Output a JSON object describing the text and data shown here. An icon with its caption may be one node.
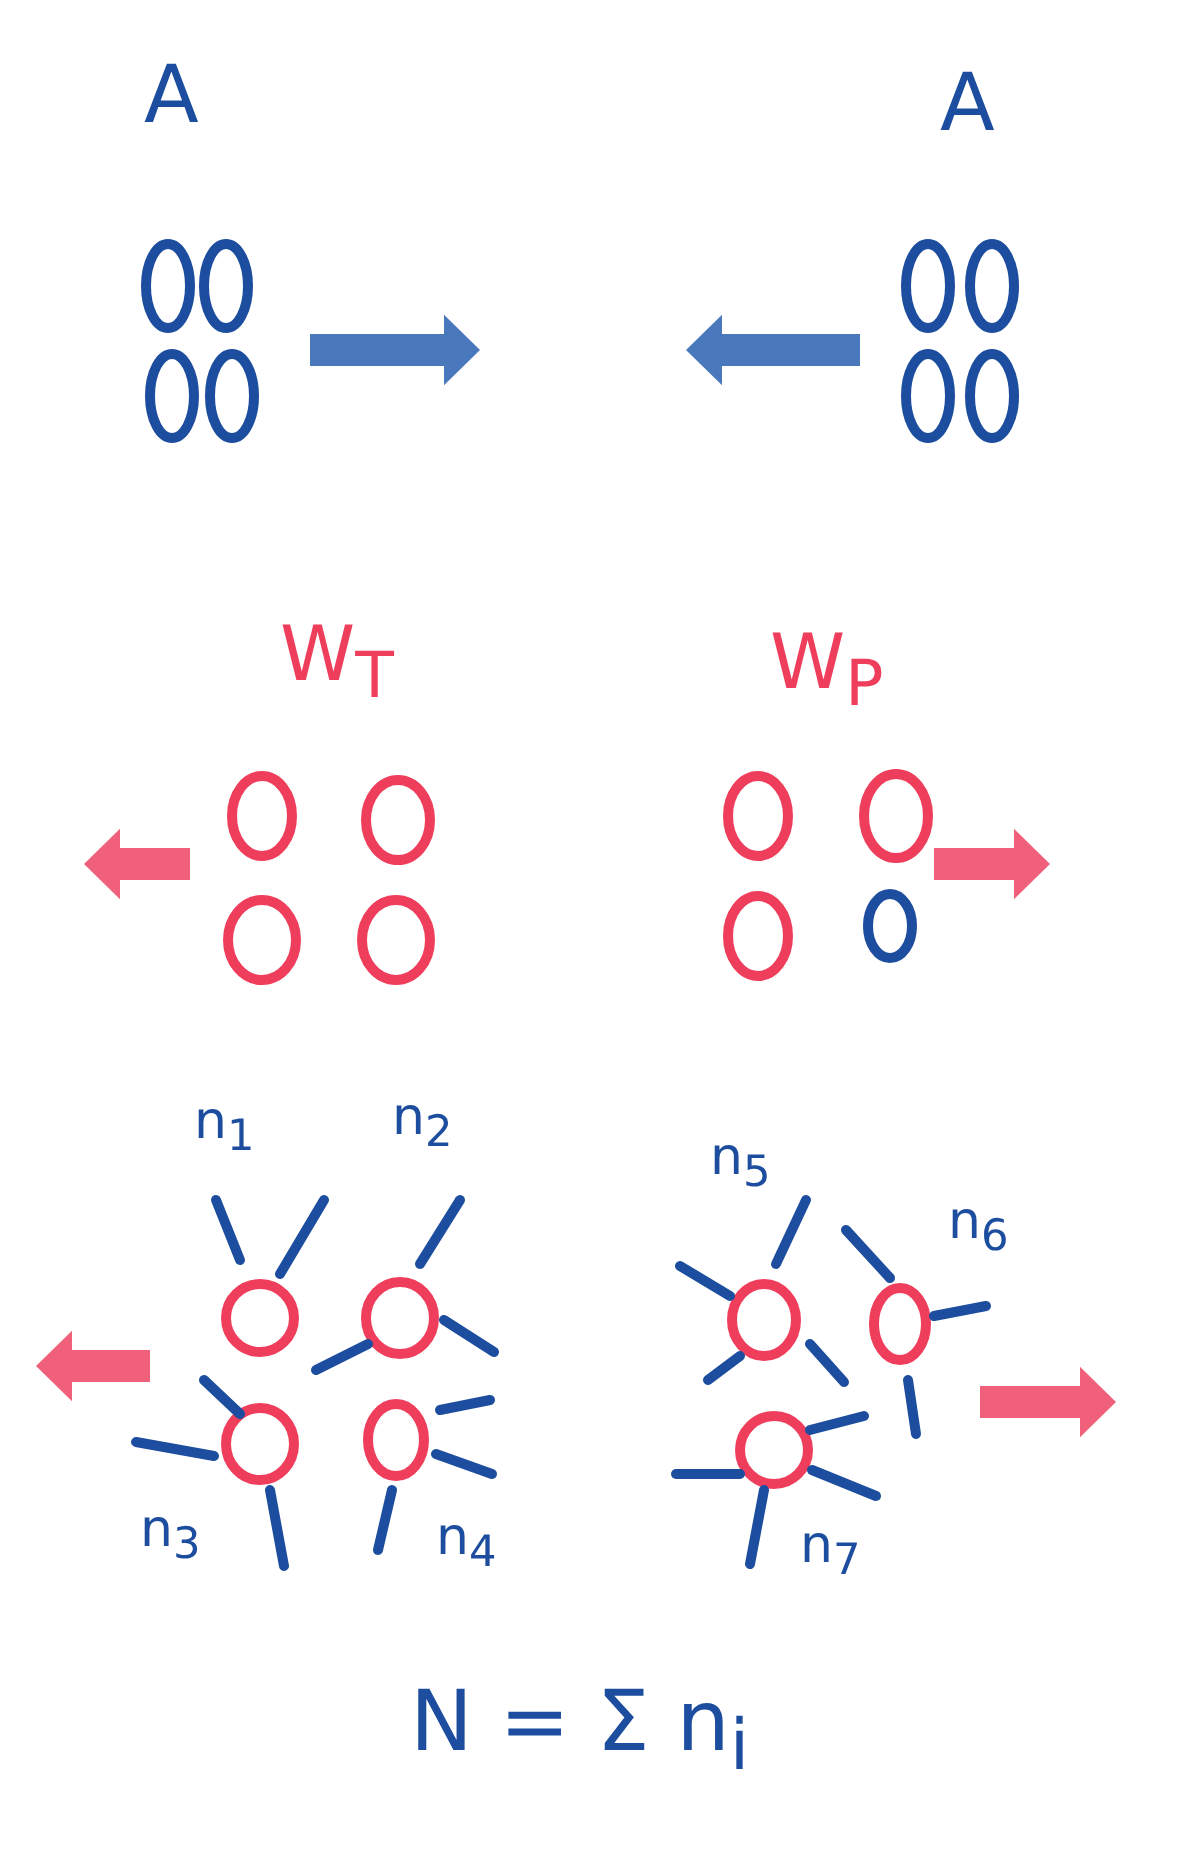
{
  "diagram": {
    "labels": [
      "A",
      "A",
      "W$_{T}$",
      "W$_{P}$",
      "n$_{1}$",
      "n$_{2}$",
      "n$_{5}$",
      "n$_{6}$",
      "n$_{3}$",
      "n$_{4}$",
      "n$_{7}$",
      "N = Σ n$_{i}$"
    ]
  }
}
